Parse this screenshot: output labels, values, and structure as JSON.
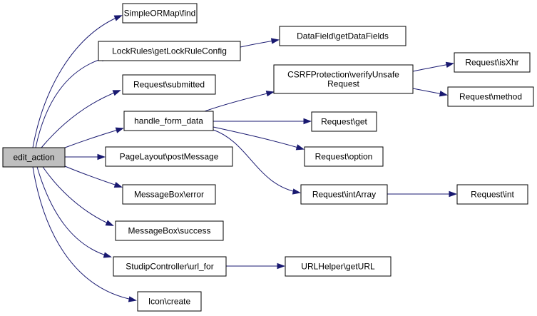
{
  "graph": {
    "edge_color": "#191970",
    "root_fill": "#bfbfbf",
    "nodes": {
      "edit_action": {
        "label": "edit_action",
        "root": true
      },
      "find": {
        "label": "SimpleORMap\\find"
      },
      "lock": {
        "label": "LockRules\\getLockRuleConfig"
      },
      "datafields": {
        "label": "DataField\\getDataFields"
      },
      "submitted": {
        "label": "Request\\submitted"
      },
      "handle": {
        "label": "handle_form_data"
      },
      "csrf": {
        "label": "CSRFProtection\\verifyUnsafe\nRequest"
      },
      "isxhr": {
        "label": "Request\\isXhr"
      },
      "method": {
        "label": "Request\\method"
      },
      "get": {
        "label": "Request\\get"
      },
      "option": {
        "label": "Request\\option"
      },
      "intarray": {
        "label": "Request\\intArray"
      },
      "int": {
        "label": "Request\\int"
      },
      "postmsg": {
        "label": "PageLayout\\postMessage"
      },
      "error": {
        "label": "MessageBox\\error"
      },
      "success": {
        "label": "MessageBox\\success"
      },
      "urlfor": {
        "label": "StudipController\\url_for"
      },
      "geturl": {
        "label": "URLHelper\\getURL"
      },
      "icon": {
        "label": "Icon\\create"
      }
    },
    "edges": [
      [
        "edit_action",
        "find"
      ],
      [
        "edit_action",
        "lock"
      ],
      [
        "edit_action",
        "submitted"
      ],
      [
        "edit_action",
        "handle"
      ],
      [
        "edit_action",
        "postmsg"
      ],
      [
        "edit_action",
        "error"
      ],
      [
        "edit_action",
        "success"
      ],
      [
        "edit_action",
        "urlfor"
      ],
      [
        "edit_action",
        "icon"
      ],
      [
        "lock",
        "datafields"
      ],
      [
        "handle",
        "csrf"
      ],
      [
        "handle",
        "get"
      ],
      [
        "handle",
        "option"
      ],
      [
        "handle",
        "intarray"
      ],
      [
        "csrf",
        "isxhr"
      ],
      [
        "csrf",
        "method"
      ],
      [
        "intarray",
        "int"
      ],
      [
        "urlfor",
        "geturl"
      ]
    ]
  }
}
